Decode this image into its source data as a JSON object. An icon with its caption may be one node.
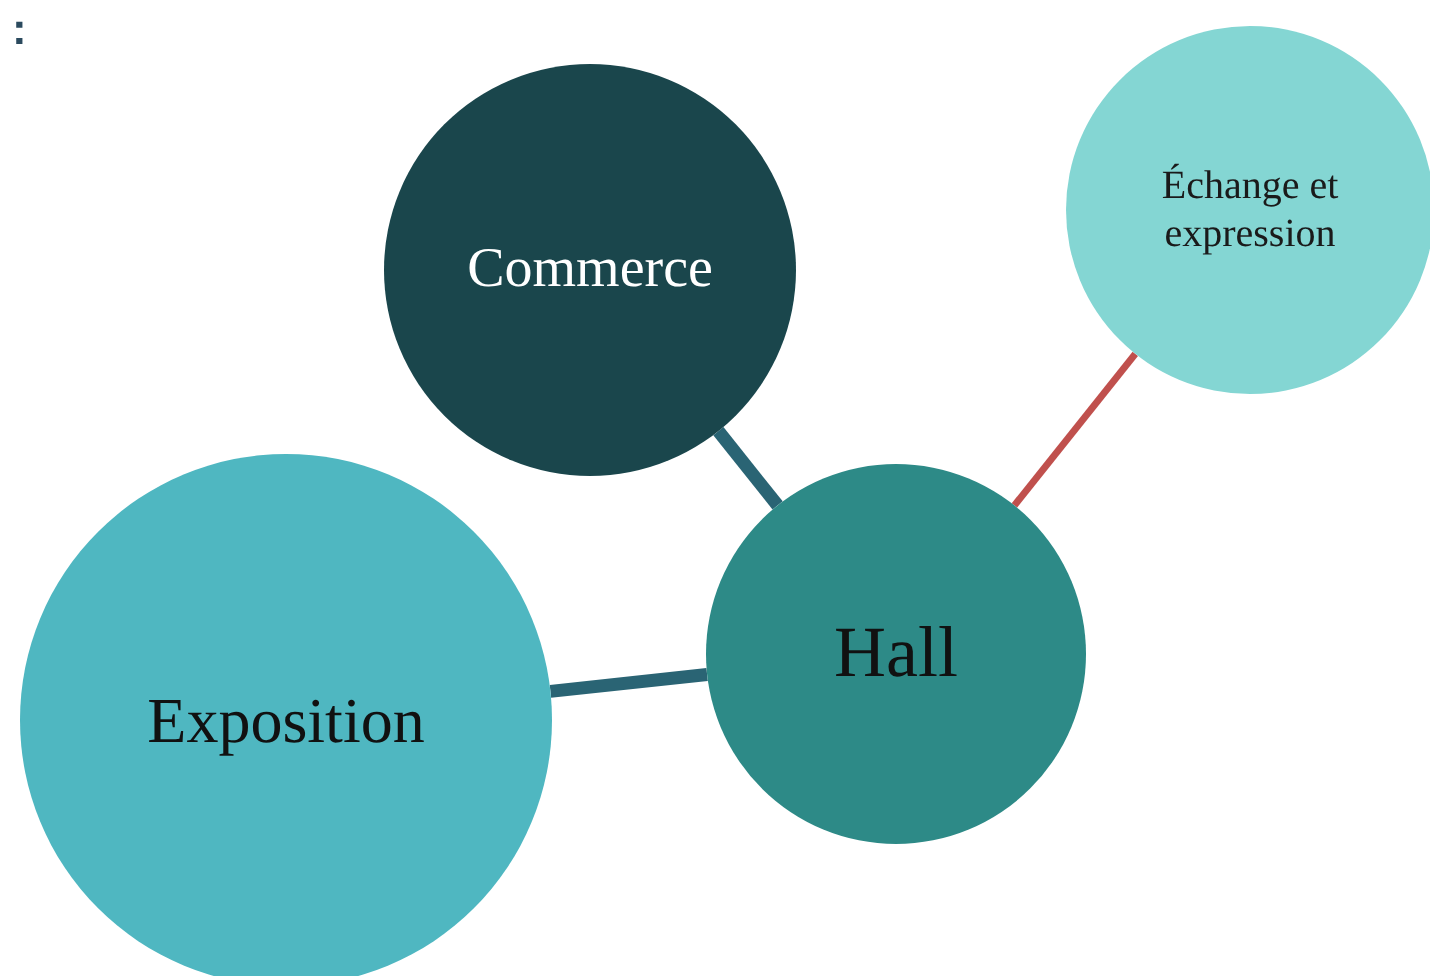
{
  "diagram": {
    "nodes": [
      {
        "text": [
          "Commerce"
        ]
      },
      {
        "text": [
          "Échange et expression"
        ]
      },
      {
        "text": [
          "Hall"
        ]
      },
      {
        "text": [
          "Exposition"
        ]
      }
    ],
    "edges": [
      {
        "from": 0,
        "to": 2,
        "arrow": "none"
      },
      {
        "from": 2,
        "to": 1,
        "arrow": "none",
        "color": "#c0504d"
      },
      {
        "from": 3,
        "to": 2,
        "arrow": "none"
      }
    ],
    "labels": [
      ":"
    ]
  }
}
